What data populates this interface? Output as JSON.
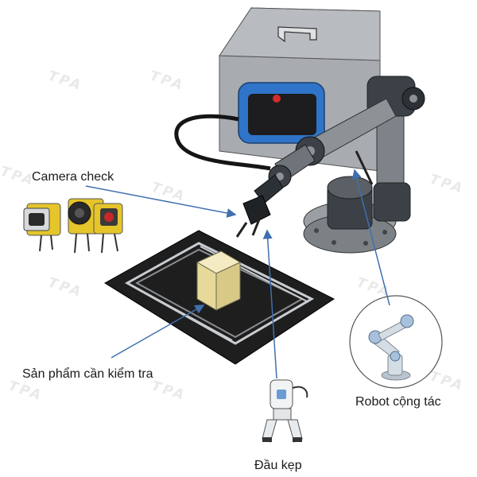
{
  "watermark": "TPA",
  "labels": {
    "camera_check": "Camera check",
    "product": "Sản phẩm cần kiểm tra",
    "cobot": "Robot cộng tác",
    "gripper": "Đầu kẹp"
  },
  "colors": {
    "arrow": "#3f6fb0",
    "robot_gray": "#8c9296",
    "robot_dark": "#3b4147",
    "cabinet": "#a7abb0",
    "screen_frame": "#2f74c8",
    "conveyor": "#1e1e1e",
    "product_box": "#ece1ad",
    "camera_yellow": "#e5c52a"
  }
}
